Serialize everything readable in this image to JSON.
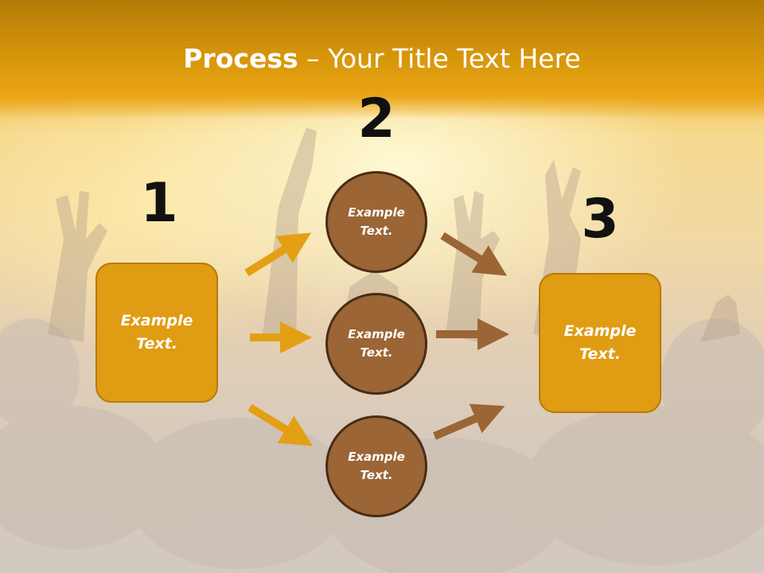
{
  "slide": {
    "title_bold": "Process",
    "title_rest": " – Your Title Text Here"
  },
  "steps": {
    "step1_number": "1",
    "step2_number": "2",
    "step3_number": "3"
  },
  "nodes": {
    "left_box": "Example\nText.",
    "circle_top": "Example\nText.",
    "circle_middle": "Example\nText.",
    "circle_bottom": "Example\nText.",
    "right_box": "Example\nText."
  },
  "colors": {
    "title_bar": "#d4950a",
    "box_fill": "#e09c12",
    "circle_fill": "#9b6535",
    "left_arrows": "#e3a015",
    "right_arrows": "#9b6535"
  }
}
